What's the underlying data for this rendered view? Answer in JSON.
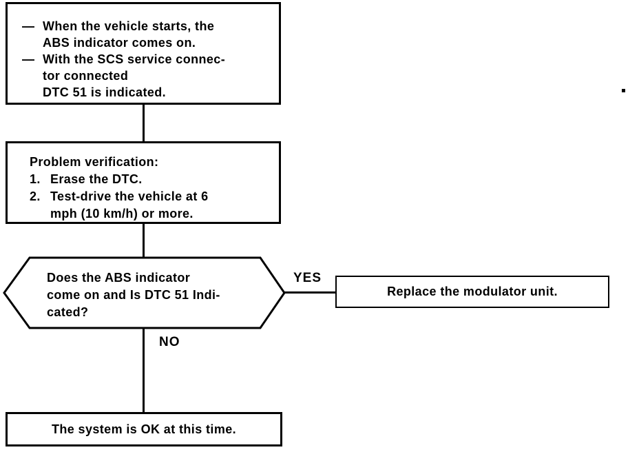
{
  "page": {
    "background": "#ffffff",
    "ink": "#000000"
  },
  "flowchart": {
    "symptom_box": {
      "items": [
        {
          "marker": "—",
          "lines": [
            "When the vehicle starts, the",
            "ABS indicator comes on."
          ]
        },
        {
          "marker": "—",
          "lines": [
            "With the SCS service connec-",
            "tor connected",
            "DTC 51 is indicated."
          ]
        }
      ]
    },
    "verification_box": {
      "title": "Problem verification:",
      "steps": [
        {
          "num": "1.",
          "lines": [
            "Erase the DTC."
          ]
        },
        {
          "num": "2.",
          "lines": [
            "Test-drive the vehicle at 6",
            "mph (10 km/h) or more."
          ]
        }
      ]
    },
    "decision_hexagon": {
      "lines": [
        "Does the ABS indicator",
        "come on and Is DTC 51 Indi-",
        "cated?"
      ]
    },
    "yes_label": "YES",
    "no_label": "NO",
    "replace_box": {
      "text": "Replace the modulator unit."
    },
    "ok_box": {
      "text": "The system is OK at this time."
    }
  }
}
